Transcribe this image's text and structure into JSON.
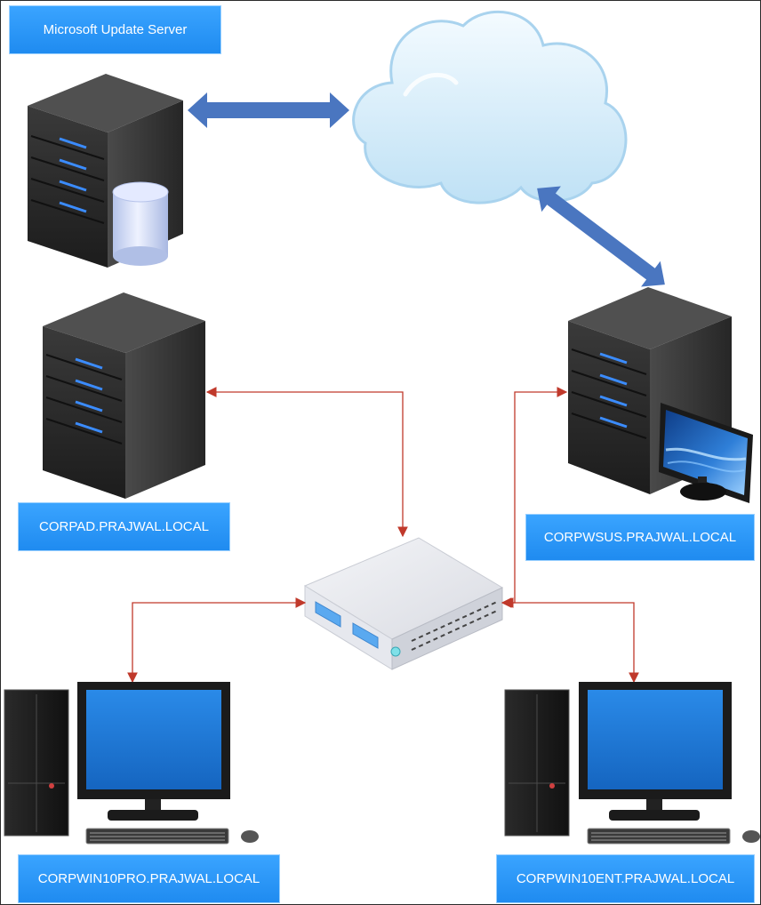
{
  "labels": {
    "update_server": "Microsoft Update Server",
    "ad_server": "CORPAD.PRAJWAL.LOCAL",
    "wsus_server": "CORPWSUS.PRAJWAL.LOCAL",
    "win10_pro": "CORPWIN10PRO.PRAJWAL.LOCAL",
    "win10_ent": "CORPWIN10ENT.PRAJWAL.LOCAL"
  },
  "colors": {
    "label_fill": "#2196f3",
    "cloud_link": "#4a76c0",
    "lan_link": "#c0392b",
    "tower_body": "#2d2d2d",
    "tower_led": "#3b8cff",
    "screen": "#1e7ad9"
  },
  "icons": {
    "cloud": "cloud-icon",
    "server": "server-tower-icon",
    "database": "database-cylinder-icon",
    "switch": "network-switch-icon",
    "workstation": "desktop-pc-icon"
  }
}
